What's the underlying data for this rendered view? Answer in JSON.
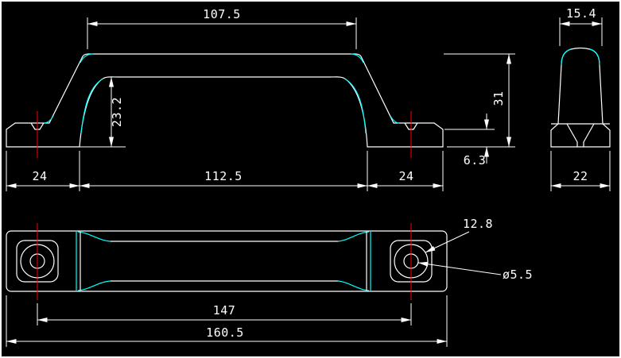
{
  "colors": {
    "background": "#000000",
    "geometry_line": "#ffffff",
    "accent_line": "#00ffff",
    "centerline": "#ff0000",
    "dimension_text": "#ffffff"
  },
  "front_view": {
    "dims": {
      "top_width": "107.5",
      "grip_clearance_height": "23.2",
      "overall_height": "31",
      "base_height": "6.3",
      "left_foot_width": "24",
      "center_span": "112.5",
      "right_foot_width": "24"
    }
  },
  "side_view": {
    "dims": {
      "top_width": "15.4",
      "base_width": "22"
    }
  },
  "plan_view": {
    "dims": {
      "counterbore_diameter": "12.8",
      "hole_diameter": "ø5.5",
      "hole_spacing": "147",
      "overall_length": "160.5"
    }
  }
}
